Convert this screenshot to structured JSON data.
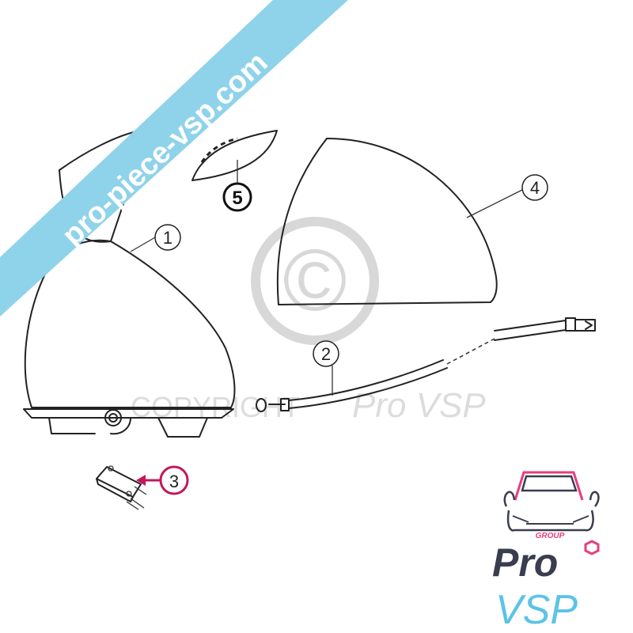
{
  "banner": {
    "text": "pro-piece-vsp.com",
    "color": "#8fd3ea",
    "text_color": "#ffffff"
  },
  "watermark": {
    "symbol": "©",
    "text": "COPYRIGHT",
    "brand": "Pro VSP",
    "color": "#d6d6d6"
  },
  "callouts": [
    {
      "label": "1"
    },
    {
      "label": "2"
    },
    {
      "label": "3",
      "color": "#c2185b"
    },
    {
      "label": "4"
    },
    {
      "label": "5"
    }
  ],
  "logo": {
    "group": "GROUP",
    "pro": "Pro",
    "vsp": "VSP",
    "pink": "#e63e7e",
    "dark": "#3a3d4f",
    "blue": "#5cc3e6"
  }
}
